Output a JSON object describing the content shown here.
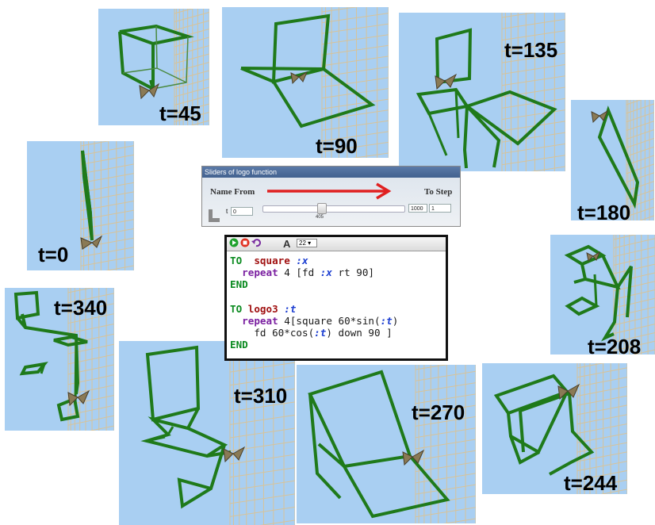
{
  "snapshots": [
    {
      "id": "t0",
      "label": "t=0"
    },
    {
      "id": "t45",
      "label": "t=45"
    },
    {
      "id": "t90",
      "label": "t=90"
    },
    {
      "id": "t135",
      "label": "t=135"
    },
    {
      "id": "t180",
      "label": "t=180"
    },
    {
      "id": "t208",
      "label": "t=208"
    },
    {
      "id": "t244",
      "label": "t=244"
    },
    {
      "id": "t270",
      "label": "t=270"
    },
    {
      "id": "t310",
      "label": "t=310"
    },
    {
      "id": "t340",
      "label": "t=340"
    }
  ],
  "slider_panel": {
    "title": "Sliders of logo function",
    "col_name_from": "Name From",
    "col_to_step": "To Step",
    "param_name": "t",
    "from_value": "0",
    "to_value": "1000",
    "step_value": "1",
    "current_value": "405",
    "current_fraction": 0.405,
    "arrow_color": "#e02020"
  },
  "editor": {
    "font_size": "22",
    "code": [
      [
        {
          "t": "TO",
          "c": "kw-to"
        },
        {
          "t": "  square ",
          "c": "kw-name"
        },
        {
          "t": ":x",
          "c": "kw-var"
        }
      ],
      [
        {
          "t": "  repeat",
          "c": "kw-repeat"
        },
        {
          "t": " 4 [fd ",
          "c": "plain"
        },
        {
          "t": ":x",
          "c": "kw-var"
        },
        {
          "t": " rt 90]",
          "c": "plain"
        }
      ],
      [
        {
          "t": "END",
          "c": "kw-end"
        }
      ],
      [
        {
          "t": "",
          "c": "plain"
        }
      ],
      [
        {
          "t": "TO",
          "c": "kw-to"
        },
        {
          "t": " logo3 ",
          "c": "kw-name"
        },
        {
          "t": ":t",
          "c": "kw-var"
        }
      ],
      [
        {
          "t": "  repeat",
          "c": "kw-repeat"
        },
        {
          "t": " 4[square 60*sin(",
          "c": "plain"
        },
        {
          "t": ":t",
          "c": "kw-var"
        },
        {
          "t": ")",
          "c": "plain"
        }
      ],
      [
        {
          "t": "    fd 60*cos(",
          "c": "plain"
        },
        {
          "t": ":t",
          "c": "kw-var"
        },
        {
          "t": ") down 90 ]",
          "c": "plain"
        }
      ],
      [
        {
          "t": "END",
          "c": "kw-end"
        }
      ]
    ]
  },
  "colors": {
    "sky": "#a9cff2",
    "turtle_path": "#1f7a1a",
    "grid": "#d7c39a"
  }
}
